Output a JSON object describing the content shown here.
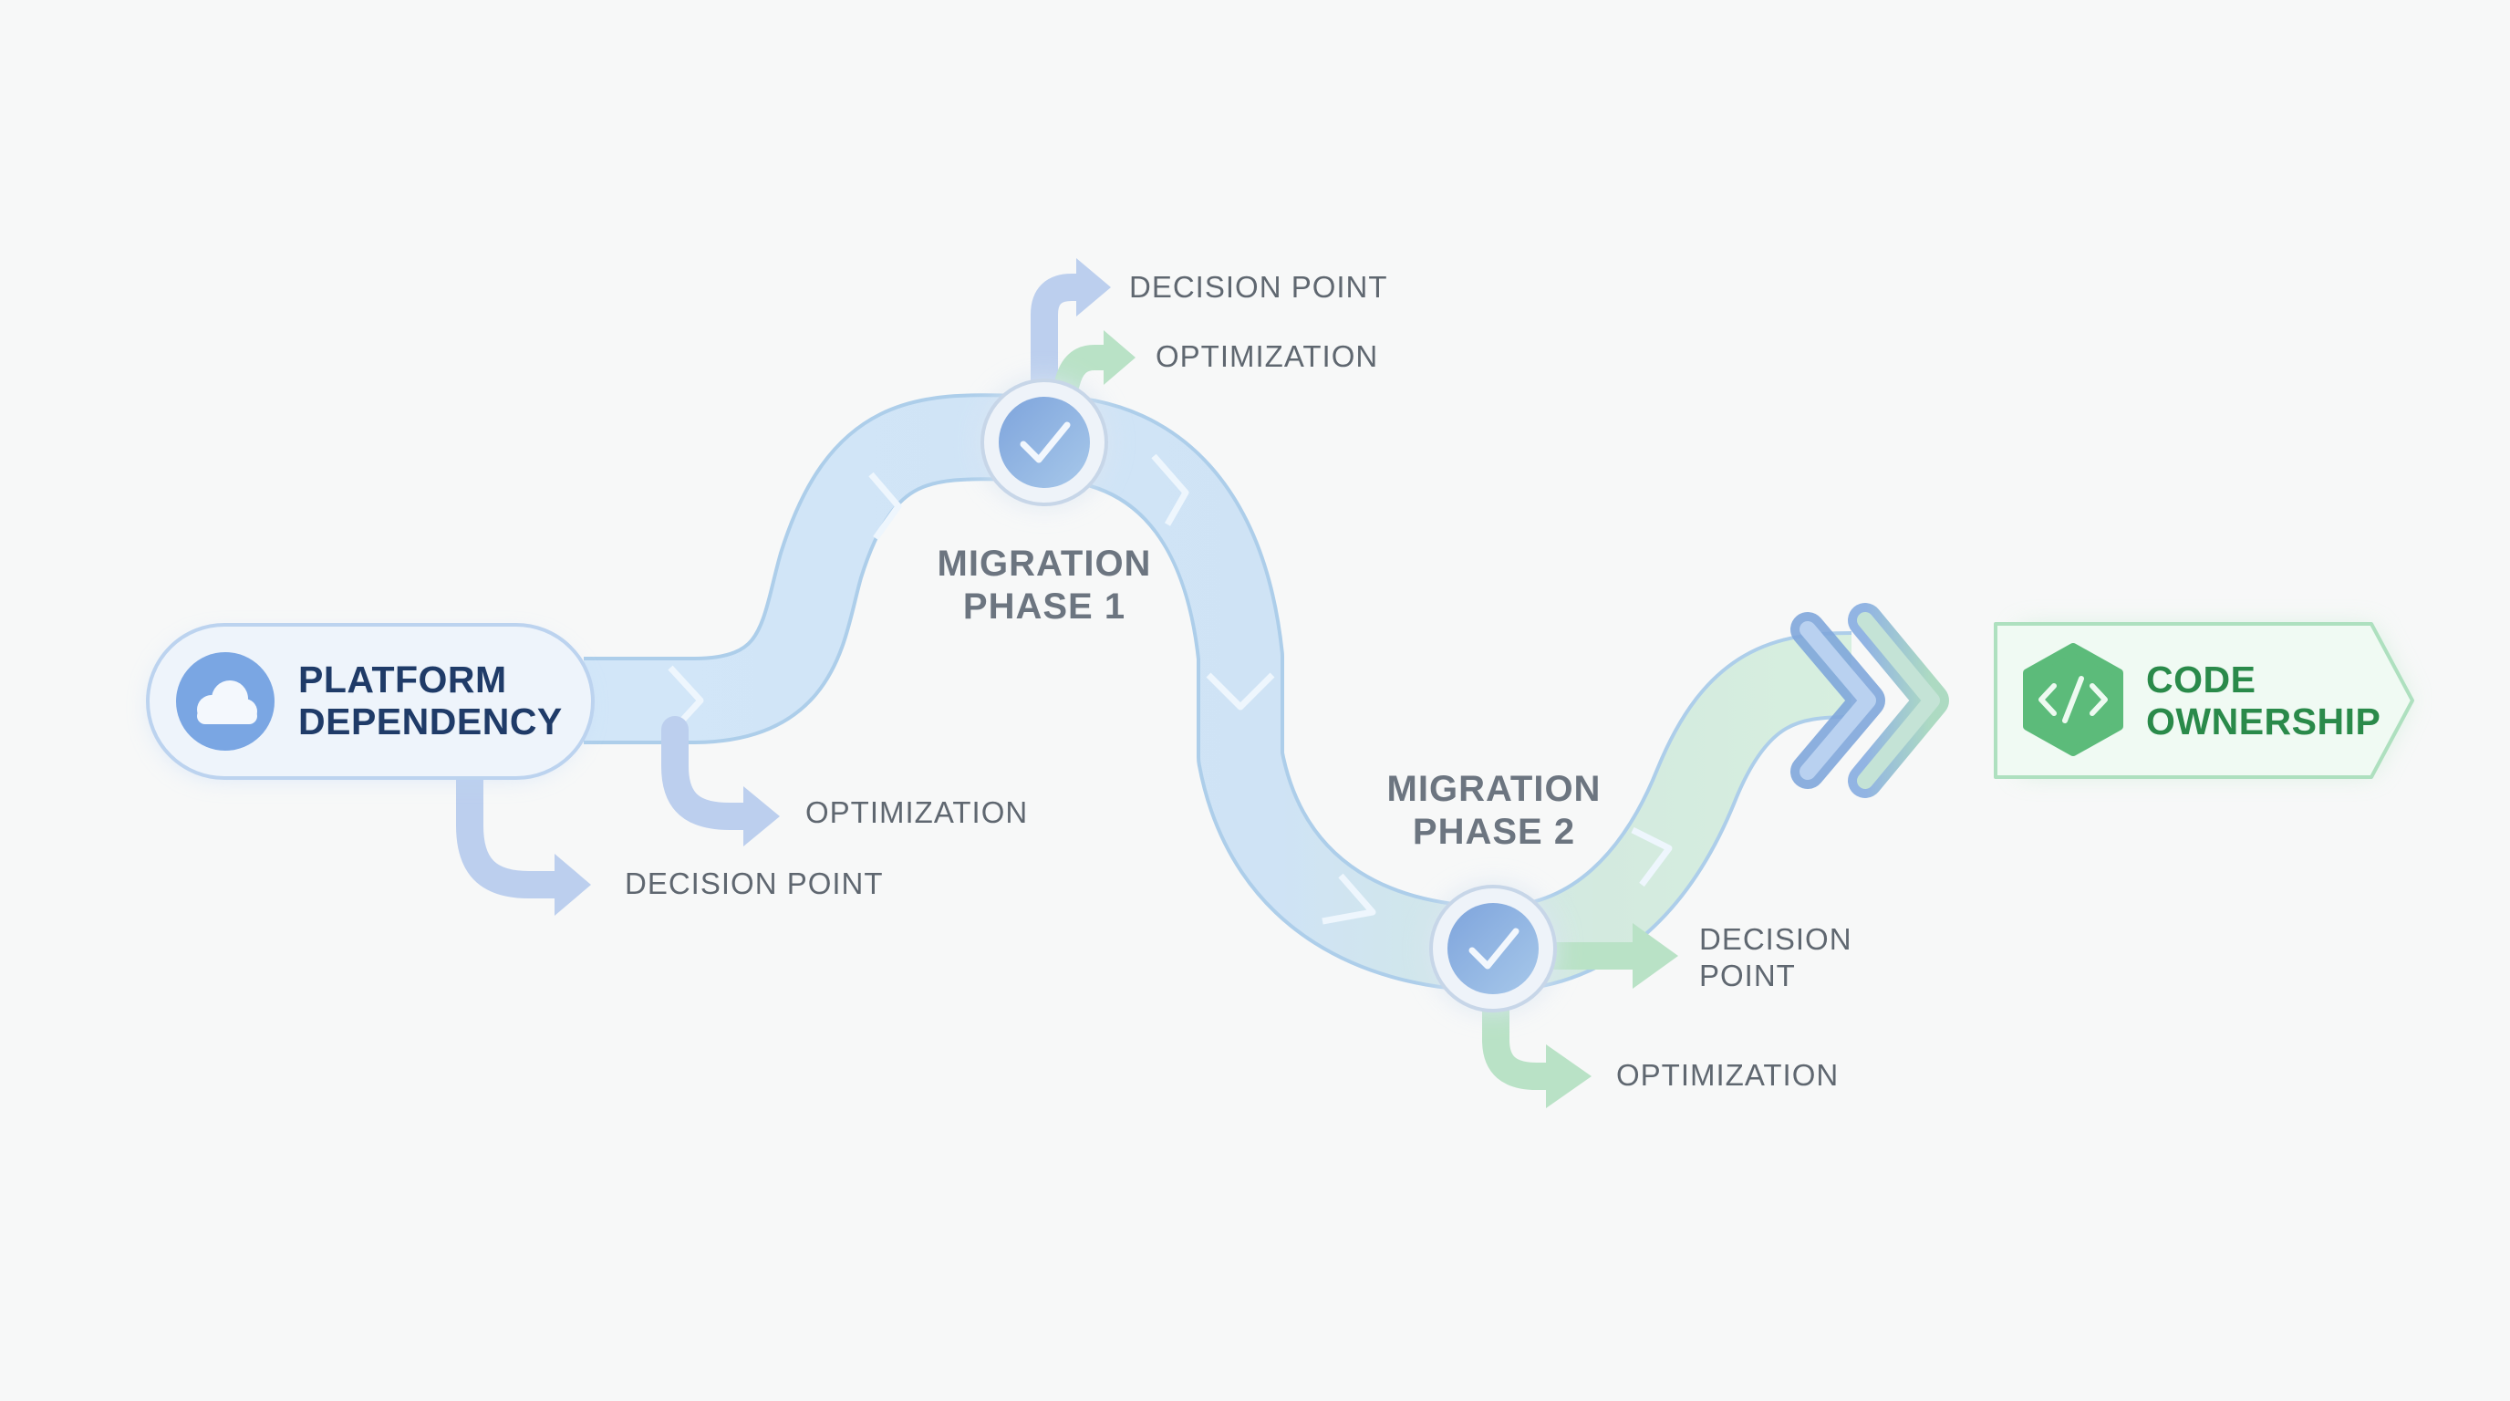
{
  "start_node": {
    "line1": "PLATFORM",
    "line2": "DEPENDENCY",
    "icon": "cloud-icon"
  },
  "end_node": {
    "line1": "CODE",
    "line2": "OWNERSHIP",
    "icon": "code-brackets-icon"
  },
  "phases": [
    {
      "line1": "MIGRATION",
      "line2": "PHASE 1",
      "icon": "check-icon"
    },
    {
      "line1": "MIGRATION",
      "line2": "PHASE 2",
      "icon": "check-icon"
    }
  ],
  "branches": {
    "start_optimization": "OPTIMIZATION",
    "start_decision": "DECISION POINT",
    "phase1_decision": "DECISION POINT",
    "phase1_optimization": "OPTIMIZATION",
    "phase2_decision_line1": "DECISION",
    "phase2_decision_line2": "POINT",
    "phase2_optimization": "OPTIMIZATION"
  },
  "colors": {
    "background": "#f7f8f8",
    "path_blue": "#cfe4f7",
    "path_stroke": "#a9cbe9",
    "arrow_blue": "#bccfee",
    "arrow_green": "#b9e2c6",
    "start_text": "#1f3b68",
    "end_text": "#2a8a4a",
    "icon_blue": "#6c9ee0",
    "icon_green": "#5cbb7a"
  }
}
